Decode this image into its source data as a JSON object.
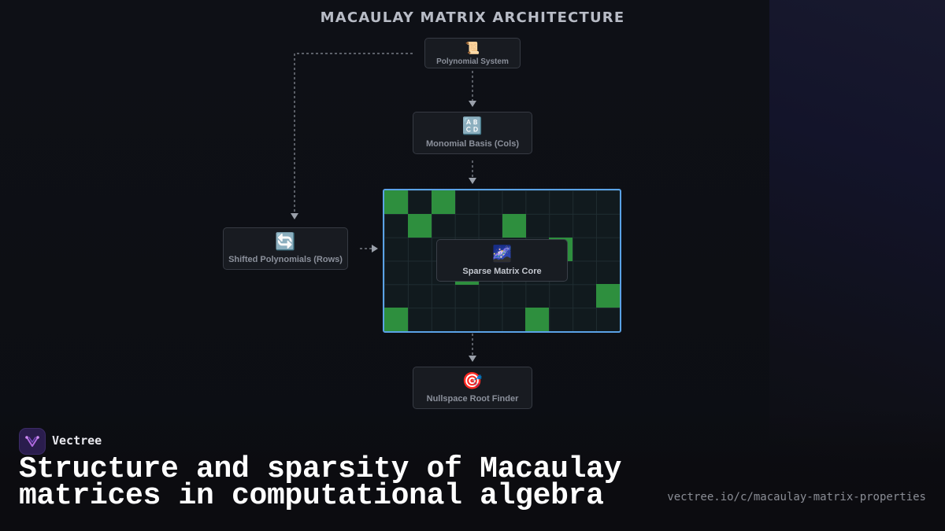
{
  "diagram": {
    "title": "MACAULAY MATRIX ARCHITECTURE",
    "nodes": {
      "polynomial_system": {
        "icon": "📜",
        "icon_name": "scroll-icon",
        "label": "Polynomial System"
      },
      "monomial_basis": {
        "icon": "🔠",
        "icon_name": "abcd-input-icon",
        "label": "Monomial Basis (Cols)"
      },
      "shifted_polynomials": {
        "icon": "🔄",
        "icon_name": "cycle-arrows-icon",
        "label": "Shifted Polynomials (Rows)"
      },
      "sparse_matrix_core": {
        "icon": "🌌",
        "icon_name": "galaxy-icon",
        "label": "Sparse Matrix Core"
      },
      "nullspace_root_finder": {
        "icon": "🎯",
        "icon_name": "target-icon",
        "label": "Nullspace Root Finder"
      }
    },
    "edges": [
      {
        "from": "polynomial_system",
        "to": "monomial_basis"
      },
      {
        "from": "polynomial_system",
        "to": "shifted_polynomials"
      },
      {
        "from": "monomial_basis",
        "to": "sparse_matrix_core"
      },
      {
        "from": "shifted_polynomials",
        "to": "sparse_matrix_core"
      },
      {
        "from": "sparse_matrix_core",
        "to": "nullspace_root_finder"
      }
    ],
    "matrix": {
      "rows": 6,
      "cols": 10,
      "nonzero_cells": [
        [
          0,
          0
        ],
        [
          0,
          2
        ],
        [
          1,
          1
        ],
        [
          1,
          5
        ],
        [
          2,
          7
        ],
        [
          3,
          3
        ],
        [
          4,
          9
        ],
        [
          5,
          0
        ],
        [
          5,
          6
        ]
      ],
      "nonzero_color": "#2e8f3e",
      "border_color": "#5aa2e6"
    }
  },
  "footer": {
    "brand": "Vectree",
    "headline_line1": "Structure and sparsity of Macaulay",
    "headline_line2": "matrices in computational algebra",
    "url": "vectree.io/c/macaulay-matrix-properties"
  }
}
